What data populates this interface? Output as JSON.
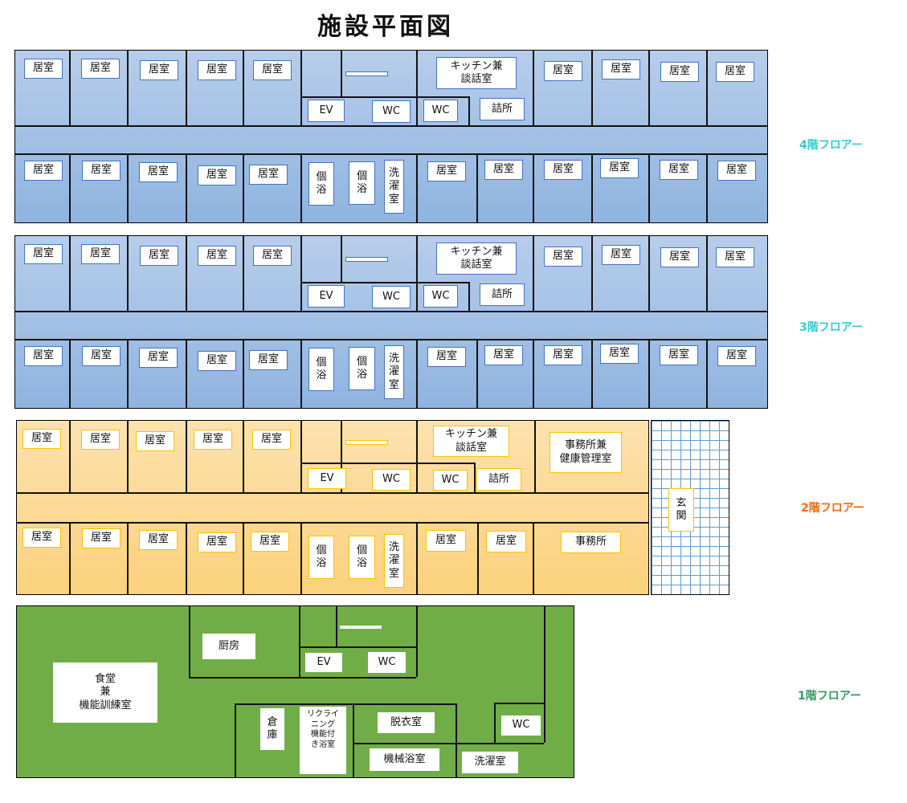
{
  "title": "施設平面図",
  "floor_labels": {
    "f4": "4階フロアー",
    "f3": "3階フロアー",
    "f2": "2階フロアー",
    "f1": "1階フロアー"
  },
  "colors": {
    "f4_label": "#33cccc",
    "f3_label": "#33cccc",
    "f2_label": "#ff6600",
    "f1_label": "#339966"
  },
  "rooms": {
    "living": "居室",
    "kitchen": "キッチン兼\n談話室",
    "ev": "EV",
    "wc": "WC",
    "station": "詰所",
    "bath": "個\n浴",
    "laundry_v": "洗\n濯\n室",
    "office_health": "事務所兼\n健康管理室",
    "office": "事務所",
    "entrance": "玄\n関",
    "kitchen1": "厨房",
    "dining": "食堂\n兼\n機能訓練室",
    "storage": "倉\n庫",
    "reclining": "リクライ\nニング\n機能付\nき浴室",
    "dressing": "脱衣室",
    "machine_bath": "機械浴室",
    "laundry": "洗濯室"
  }
}
